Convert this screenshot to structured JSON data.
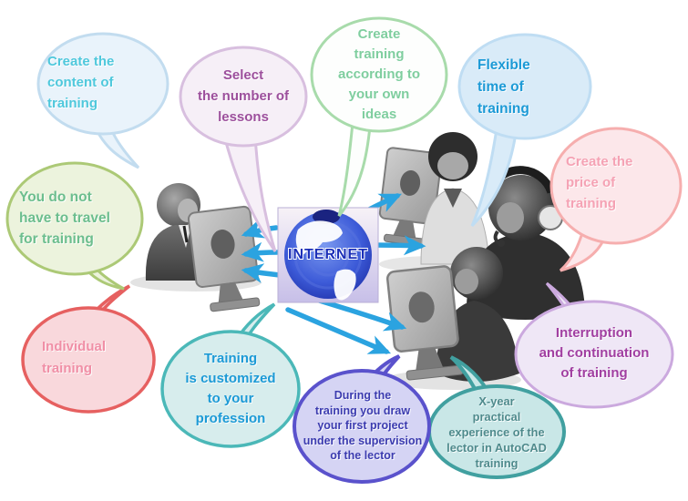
{
  "diagram": {
    "type": "internet-online-training-benefits-diagram",
    "center_label": "INTERNET",
    "colors": {
      "arrow": "#2BA3E0",
      "globe_blue": "#2B3FC4",
      "globe_panel": "#CCC5EA",
      "internet_text": "#1B2FB8"
    },
    "figures": [
      "person-at-computer-left",
      "woman-at-computer-top-right",
      "operator-with-headset-right",
      "person-at-computer-bottom-right"
    ],
    "bubbles": [
      {
        "id": "create-content",
        "text": "Create the\ncontent of\ntraining",
        "text_color": "#4FC8DC",
        "fill": "#E9F3FB",
        "border": "#C2DCEF"
      },
      {
        "id": "select-lessons",
        "text": "Select\nthe number of\nlessons",
        "text_color": "#9C4F9C",
        "fill": "#F6EFF7",
        "border": "#D8BFDF"
      },
      {
        "id": "own-ideas",
        "text": "Create\ntraining\naccording to\nyour own\nideas",
        "text_color": "#7FCE9F",
        "fill": "#FDFEFD",
        "border": "#A8DBAB"
      },
      {
        "id": "flexible-time",
        "text": "Flexible\ntime of\ntraining",
        "text_color": "#1C9AD6",
        "fill": "#D9EBF8",
        "border": "#BFDDF3"
      },
      {
        "id": "create-price",
        "text": "Create the\nprice of\ntraining",
        "text_color": "#F5A2B4",
        "fill": "#FCE7EA",
        "border": "#F6AEAE"
      },
      {
        "id": "interruption",
        "text": "Interruption\nand continuation\nof training",
        "text_color": "#A13FA1",
        "fill": "#EFE7F6",
        "border": "#CBA9DE"
      },
      {
        "id": "x-year",
        "text": "X-year\npractical\nexperience of the\nlector in AutoCAD\ntraining",
        "text_color": "#4F8A8C",
        "fill": "#C9E7E7",
        "border": "#41A0A0"
      },
      {
        "id": "during-training",
        "text": "During the\ntraining you draw\nyour first project\nunder the supervision\nof the lector",
        "text_color": "#3B3BAF",
        "fill": "#D5D4F4",
        "border": "#5A52CC"
      },
      {
        "id": "customized",
        "text": "Training\nis customized\nto your\nprofession",
        "text_color": "#1C9AD6",
        "fill": "#D7EDED",
        "border": "#4BB8B8"
      },
      {
        "id": "individual",
        "text": "Individual\ntraining",
        "text_color": "#F08FA6",
        "fill": "#F9D8DC",
        "border": "#E66060"
      },
      {
        "id": "no-travel",
        "text": "You do not\nhave to travel\nfor training",
        "text_color": "#6CBE8E",
        "fill": "#ECF3DD",
        "border": "#ACC976"
      }
    ]
  }
}
